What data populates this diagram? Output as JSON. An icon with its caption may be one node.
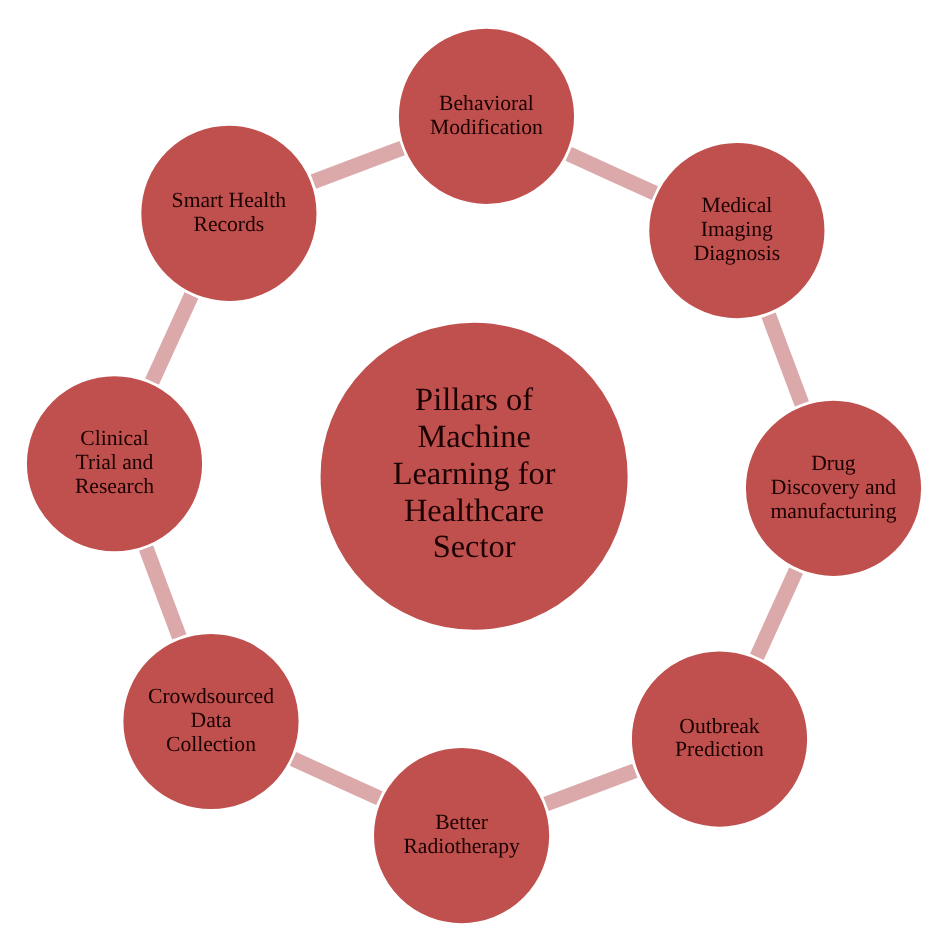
{
  "diagram": {
    "nodes": [
      {
        "text": [
          "Pillars of Machine Learning for Healthcare Sector"
        ]
      },
      {
        "text": [
          "Drug Discovery and manufacturing"
        ]
      },
      {
        "text": [
          "Medical Imaging Diagnosis"
        ]
      },
      {
        "text": [
          "Behavioral Modification"
        ]
      },
      {
        "text": [
          "Smart Health Records"
        ]
      },
      {
        "text": [
          "Clinical Trial and Research"
        ]
      },
      {
        "text": [
          "Crowdsourced Data Collection"
        ]
      },
      {
        "text": [
          "Better Radiotherapy"
        ]
      },
      {
        "text": [
          "Outbreak Prediction"
        ]
      }
    ],
    "edges": [
      {
        "from": 1,
        "to": 2,
        "arrow": "none"
      },
      {
        "from": 2,
        "to": 3,
        "arrow": "none"
      },
      {
        "from": 3,
        "to": 4,
        "arrow": "none"
      },
      {
        "from": 4,
        "to": 5,
        "arrow": "none"
      },
      {
        "from": 5,
        "to": 6,
        "arrow": "none"
      },
      {
        "from": 6,
        "to": 7,
        "arrow": "none"
      },
      {
        "from": 7,
        "to": 8,
        "arrow": "none"
      },
      {
        "from": 8,
        "to": 1,
        "arrow": "none"
      }
    ]
  }
}
